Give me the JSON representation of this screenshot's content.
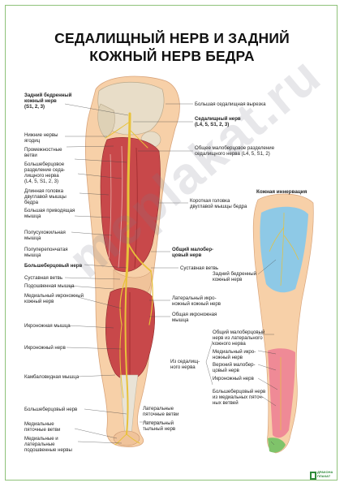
{
  "title_line1": "СЕДАЛИЩНЫЙ НЕРВ И ЗАДНИЙ",
  "title_line2": "КОЖНЫЙ НЕРВ БЕДРА",
  "watermark": "meplakat.ru",
  "labels_left": {
    "posterior_cutaneous": "Задний бедренный",
    "posterior_cutaneous_2": "кожный нерв",
    "posterior_cutaneous_3": "(S1, 2, 3)",
    "inferior_cluneal": "Нижние нервы",
    "inferior_cluneal_2": "ягодиц",
    "perineal": "Промежностные",
    "perineal_2": "ветви",
    "tibial_division": "Большеберцовое",
    "tibial_division_2": "разделение седа-",
    "tibial_division_3": "лищного нерва",
    "tibial_division_4": "(L4, 5, S1, 2, 3)",
    "biceps_long": "Длинная головка",
    "biceps_long_2": "двуглавой мышцы",
    "biceps_long_3": "бедра",
    "adductor_magnus": "Большая приводящая",
    "adductor_magnus_2": "мышца",
    "semitendinosus": "Полусухожильная",
    "semitendinosus_2": "мышца",
    "semimembranosus": "Полуперепончатая",
    "semimembranosus_2": "мышца",
    "tibial_nerve": "Большеберцовый нерв",
    "articular_branch": "Суставная ветвь",
    "popliteus": "Подошвенная мышца",
    "medial_sural": "Медиальный икроножный",
    "medial_sural_2": "кожный нерв",
    "gastrocnemius": "Икроножная мышца",
    "sural_nerve": "Икроножный нерв",
    "soleus": "Камбаловидная мышца",
    "tibial_nerve_low": "Большеберцовый нерв",
    "medial_calcaneal": "Медиальные",
    "medial_calcaneal_2": "пяточные ветви",
    "plantar_nerves": "Медиальные и",
    "plantar_nerves_2": "латеральные",
    "plantar_nerves_3": "подошвенные нервы"
  },
  "labels_right": {
    "greater_sciatic_notch": "Большая седалищная вырезка",
    "sciatic_nerve": "Седалищный нерв",
    "sciatic_nerve_2": "(L4, 5, S1, 2, 3)",
    "common_fibular_division": "Общее малоберцовое разделение",
    "common_fibular_division_2": "седалищного нерва (L4, 5, S1, 2)",
    "biceps_short": "Короткая головка",
    "biceps_short_2": "двуглавой мышцы бедра",
    "common_fibular": "Общий малобер-",
    "common_fibular_2": "цовый нерв",
    "articular_branch_r": "Суставная ветвь",
    "lateral_sural": "Латеральный икро-",
    "lateral_sural_2": "ножный кожный нерв",
    "common_sural": "Общая икроножная",
    "common_sural_2": "мышца",
    "lateral_calcaneal": "Латеральные",
    "lateral_calcaneal_2": "пяточные ветви",
    "lateral_dorsal": "Латеральный",
    "lateral_dorsal_2": "тыльный нерв"
  },
  "innervation": {
    "title": "Кожная иннервация",
    "posterior_femoral": "Задний бедренный",
    "posterior_femoral_2": "кожный нерв",
    "from_sciatic": "Из седалищ-",
    "from_sciatic_2": "ного нерва",
    "cf_lateral_cutaneous": "Общий малоберцовый",
    "cf_lateral_cutaneous_2": "нерв из латерального",
    "cf_lateral_cutaneous_3": "кожного нерва",
    "medial_sural": "Медиальный икро-",
    "medial_sural_2": "ножный нерв",
    "upper_fibular": "Верхний малобер-",
    "upper_fibular_2": "цовый нерв",
    "sural": "Икроножный нерв",
    "tibial_calcaneal": "Большеберцовый нерв",
    "tibial_calcaneal_2": "из медиальных пяточ-",
    "tibial_calcaneal_3": "ных ветвей"
  },
  "logo_text_1": "ДРАКОНА",
  "logo_text_2": "ПЛАКАТ",
  "colors": {
    "skin": "#f7d0a8",
    "muscle": "#c8484a",
    "bone": "#e8ddc8",
    "nerve": "#e8c23a",
    "innervation_blue": "#8ec9e6",
    "innervation_pink": "#ef8a96",
    "innervation_green": "#7fc36a",
    "frame_green": "#8fc27a"
  }
}
